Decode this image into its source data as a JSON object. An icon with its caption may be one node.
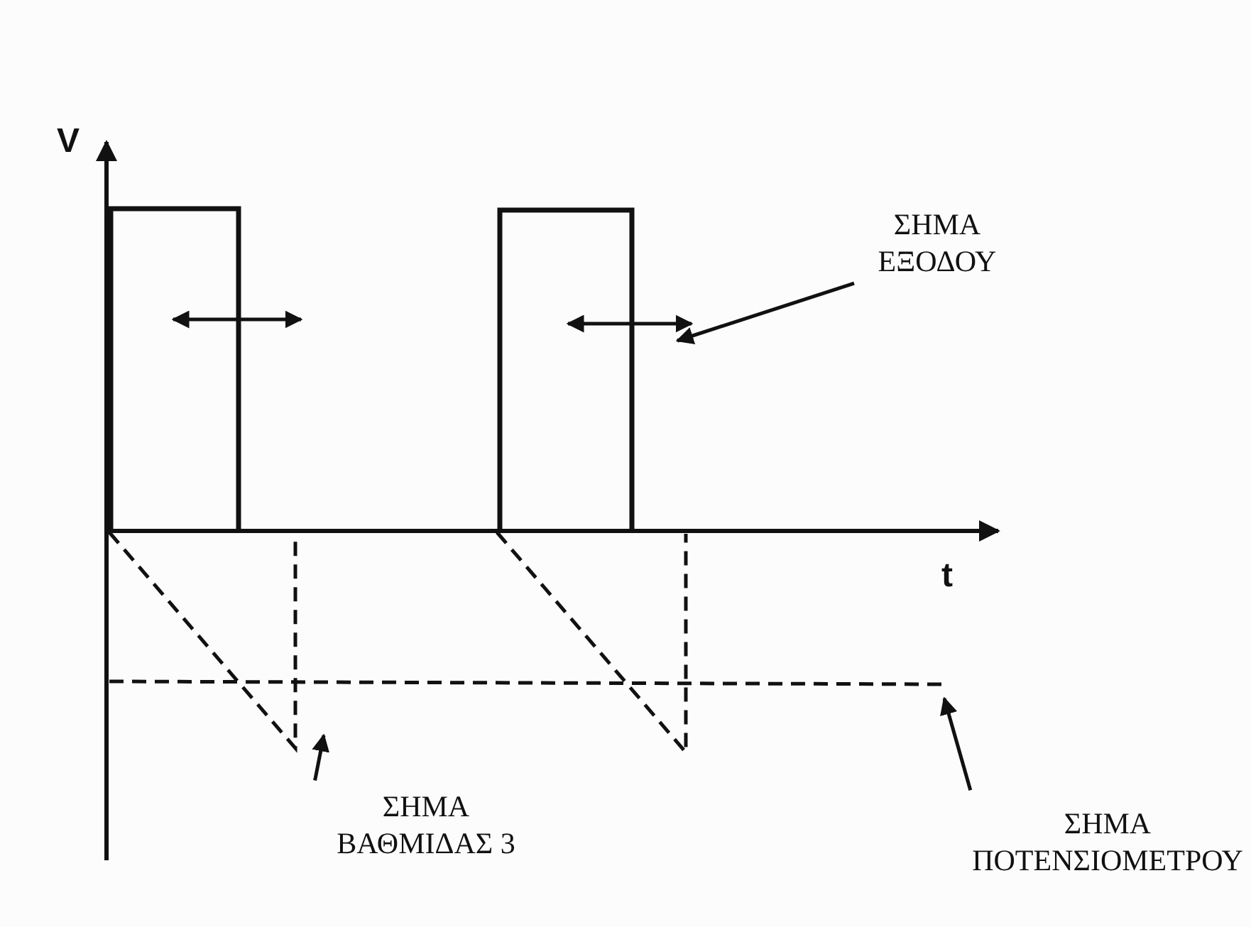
{
  "diagram": {
    "nodes": [
      {
        "text": [
          "ΣΗΜΑ ΕΞΟΔΟΥ"
        ]
      },
      {
        "text": [
          "ΣΗΜΑ ΒΑΘΜΙΔΑΣ 3"
        ]
      },
      {
        "text": [
          "ΣΗΜΑ ΠΟΤΕΝΣΙΟΜΕΤΡΟΥ"
        ]
      }
    ],
    "edges": [
      {
        "from": 0,
        "to": null,
        "arrow": "to"
      },
      {
        "from": 1,
        "to": null,
        "arrow": "to"
      },
      {
        "from": 2,
        "to": null,
        "arrow": "to"
      }
    ],
    "labels": [
      "V",
      "t"
    ]
  }
}
